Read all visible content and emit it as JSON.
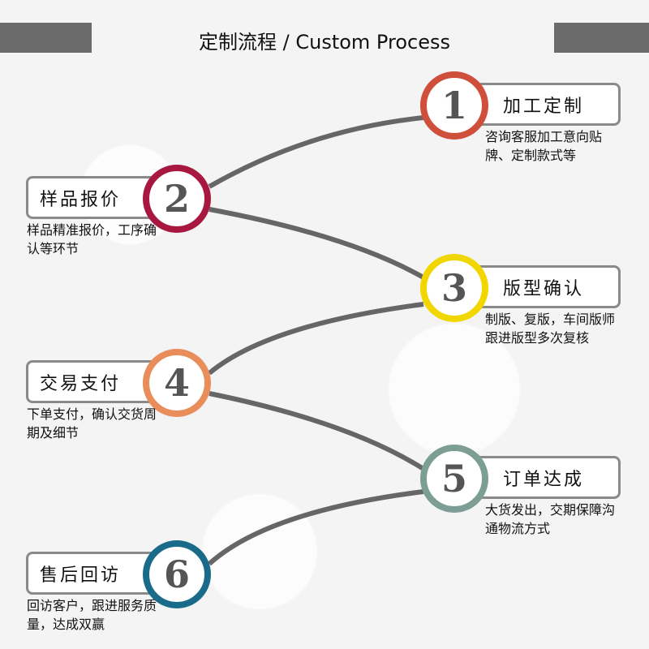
{
  "header": {
    "title": "定制流程 / Custom Process"
  },
  "steps": [
    {
      "num": "1",
      "label": "加工定制",
      "desc": "咨询客服加工意向贴牌、定制款式等",
      "color": "#cf4f3a"
    },
    {
      "num": "2",
      "label": "样品报价",
      "desc": "样品精准报价，工序确认等环节",
      "color": "#a8173f"
    },
    {
      "num": "3",
      "label": "版型确认",
      "desc": "制版、复版，车间版师跟进版型多次复核",
      "color": "#f2d600"
    },
    {
      "num": "4",
      "label": "交易支付",
      "desc": "下单支付，确认交货周期及细节",
      "color": "#e98d5a"
    },
    {
      "num": "5",
      "label": "订单达成",
      "desc": "大货发出，交期保障沟通物流方式",
      "color": "#7d9e95"
    },
    {
      "num": "6",
      "label": "售后回访",
      "desc": "回访客户，跟进服务质量，达成双赢",
      "color": "#1a6b8a"
    }
  ]
}
